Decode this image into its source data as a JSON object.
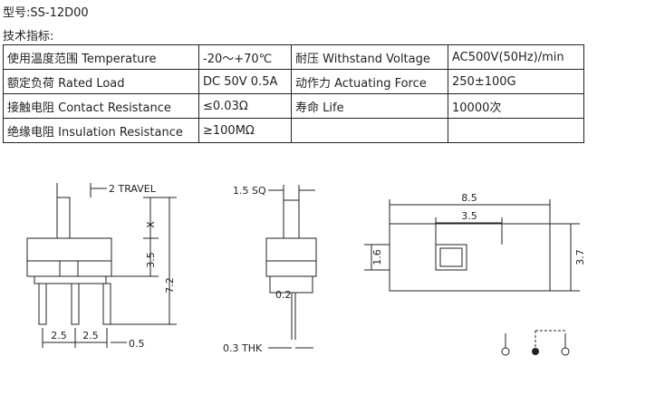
{
  "model": "型号:SS-12D00",
  "spec_heading": "技术指标:",
  "spec_rows": [
    [
      "使用温度范围 Temperature",
      "-20～+70℃",
      "耐压 Withstand Voltage",
      "AC500V(50Hz)/min"
    ],
    [
      "额定负荷 Rated Load",
      "DC 50V 0.5A",
      "动作力 Actuating Force",
      "250±100G"
    ],
    [
      "接触电阻 Contact Resistance",
      "≤0.03Ω",
      "寿命 Life",
      "10000次"
    ],
    [
      "绝缘电阻 Insulation Resistance",
      "≥100MΩ",
      "",
      ""
    ]
  ],
  "front_view": {
    "travel": "2 TRAVEL",
    "x": "X",
    "h35": "3.5",
    "h72": "7.2",
    "pitch1": "2.5",
    "pitch2": "2.5",
    "pin": "0.5"
  },
  "side_view": {
    "sq": "1.5 SQ",
    "d02": "0.2",
    "thk": "0.3 THK"
  },
  "top_view": {
    "w85": "8.5",
    "w35": "3.5",
    "h16": "1.6",
    "h37": "3.7"
  }
}
